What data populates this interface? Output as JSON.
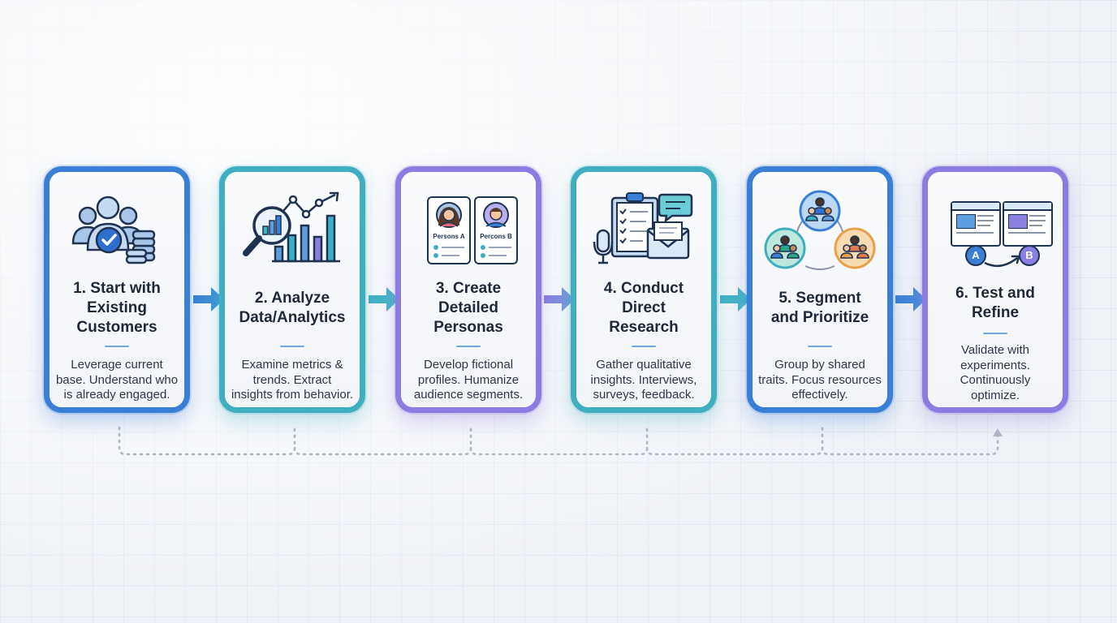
{
  "steps": [
    {
      "title_lines": [
        "1. Start with",
        "Existing",
        "Customers"
      ],
      "desc_lines": [
        "Leverage current",
        "base. Understand who",
        "is already engaged."
      ]
    },
    {
      "title_lines": [
        "2. Analyze",
        "Data/Analytics"
      ],
      "desc_lines": [
        "Examine metrics &",
        "trends. Extract",
        "insights from behavior."
      ]
    },
    {
      "title_lines": [
        "3. Create",
        "Detailed",
        "Personas"
      ],
      "desc_lines": [
        "Develop fictional",
        "profiles. Humanize",
        "audience segments."
      ],
      "persona_cards": [
        "Persons A",
        "Percons B"
      ]
    },
    {
      "title_lines": [
        "4. Conduct",
        "Direct",
        "Research"
      ],
      "desc_lines": [
        "Gather qualitative",
        "insights. Interviews,",
        "surveys, feedback."
      ]
    },
    {
      "title_lines": [
        "5. Segment",
        "and Prioritize"
      ],
      "desc_lines": [
        "Group by shared",
        "traits. Focus resources",
        "effectively."
      ]
    },
    {
      "title_lines": [
        "6. Test and",
        "Refine"
      ],
      "desc_lines": [
        "Validate with",
        "experiments.",
        "Continuously",
        "optimize."
      ],
      "variant_labels": [
        "A",
        "B"
      ]
    }
  ],
  "colors": {
    "blue": "#3a7fd6",
    "teal": "#40aec0",
    "purple": "#8c7be0",
    "title_text": "#1e2836",
    "body_text": "#2e3746",
    "icon_navy": "#1f3350"
  },
  "icons": [
    "customers-icon",
    "analytics-icon",
    "personas-icon",
    "research-icon",
    "segments-icon",
    "ab-test-icon"
  ]
}
